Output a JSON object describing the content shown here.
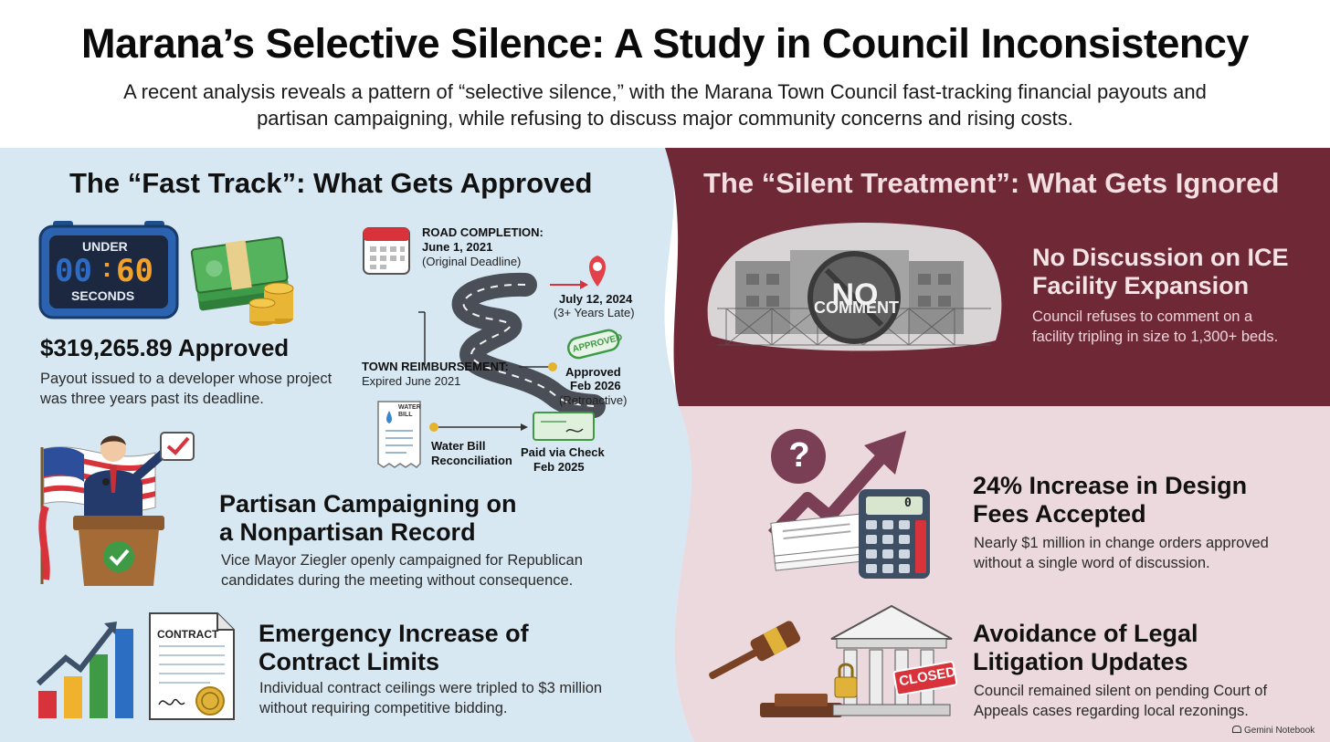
{
  "header": {
    "title": "Marana’s Selective Silence: A Study in Council Inconsistency",
    "subtitle": "A recent analysis reveals a pattern of “selective silence,” with the Marana Town Council fast-tracking financial payouts and partisan campaigning, while refusing to discuss major community concerns and rising costs."
  },
  "left": {
    "heading": "The “Fast Track”: What Gets Approved",
    "timer": {
      "top": "UNDER",
      "digits_left": "00",
      "digits_right": "60",
      "bottom": "SECONDS"
    },
    "payout": {
      "amount": "$319,265.89 Approved",
      "desc": "Payout issued to a developer whose project was three years past its deadline."
    },
    "timeline": {
      "road_label": "ROAD COMPLETION:",
      "road_date": "June 1, 2021",
      "road_note": "(Original Deadline)",
      "late_date": "July 12, 2024",
      "late_note": "(3+ Years Late)",
      "stamp": "APPROVED",
      "reimb_label": "TOWN REIMBURSEMENT:",
      "reimb_note": "Expired June 2021",
      "approved_line1": "Approved",
      "approved_line2": "Feb 2026",
      "approved_line3": "(Retroactive)",
      "bill_tag": "WATER BILL",
      "water_line1": "Water Bill",
      "water_line2": "Reconciliation",
      "paid_line1": "Paid via Check",
      "paid_line2": "Feb 2025"
    },
    "partisan": {
      "heading_line1": "Partisan Campaigning on",
      "heading_line2": "a Nonpartisan Record",
      "desc": "Vice Mayor Ziegler openly campaigned for Republican candidates during the meeting without consequence."
    },
    "contract": {
      "doc_label": "CONTRACT",
      "heading_line1": "Emergency Increase of",
      "heading_line2": "Contract Limits",
      "desc": "Individual contract ceilings were tripled to $3 million without requiring competitive bidding."
    }
  },
  "right": {
    "heading": "The “Silent Treatment”: What Gets Ignored",
    "ice": {
      "badge_line1": "NO",
      "badge_line2": "COMMENT",
      "heading_line1": "No Discussion on ICE",
      "heading_line2": "Facility Expansion",
      "desc": "Council refuses to comment on a facility tripling in size to 1,300+ beds."
    },
    "fees": {
      "calc_display": "0",
      "heading_line1": "24% Increase in Design",
      "heading_line2": "Fees Accepted",
      "desc": "Nearly $1 million in change orders approved without a single word of discussion."
    },
    "legal": {
      "sign": "CLOSED",
      "heading_line1": "Avoidance of Legal",
      "heading_line2": "Litigation Updates",
      "desc": "Council remained silent on pending Court of Appeals cases regarding local rezonings."
    }
  },
  "footer": {
    "watermark": "Gemini Notebook"
  },
  "colors": {
    "left_bg": "#d7e8f3",
    "right_top_bg": "#6f2836",
    "right_bottom_bg": "#ecd9dd",
    "accent_red": "#d8333a",
    "accent_green": "#3f9a45",
    "maroon_icon": "#7a3f55"
  }
}
